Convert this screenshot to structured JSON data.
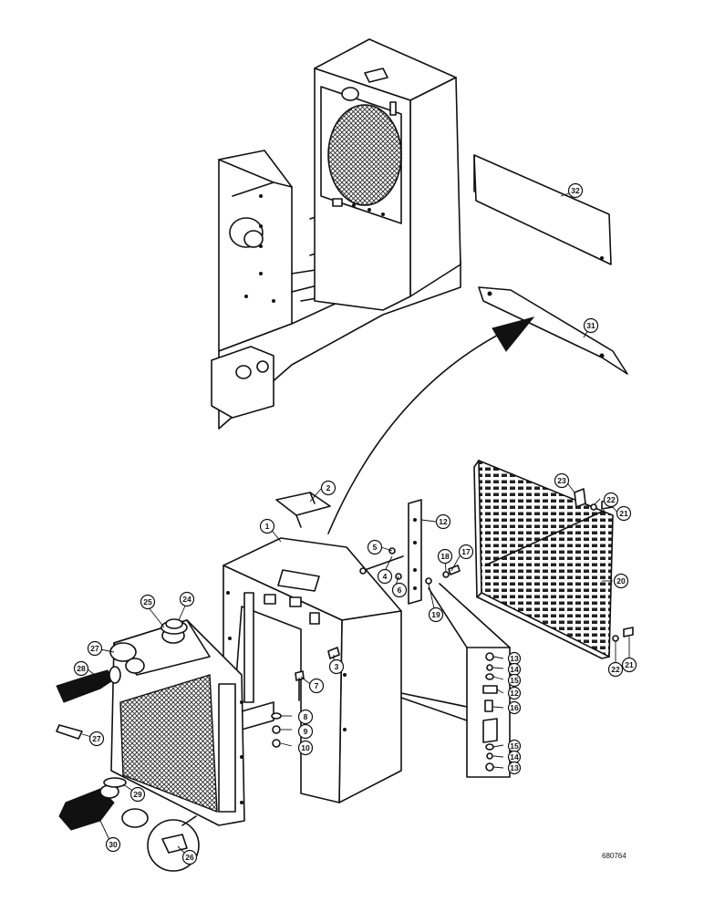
{
  "drawing": {
    "reference_number": "680764",
    "callouts": [
      "1",
      "2",
      "3",
      "4",
      "5",
      "6",
      "7",
      "8",
      "9",
      "10",
      "12",
      "13",
      "14",
      "15",
      "16",
      "17",
      "18",
      "19",
      "20",
      "21",
      "22",
      "23",
      "24",
      "25",
      "26",
      "27",
      "28",
      "29",
      "30",
      "31",
      "32"
    ],
    "inset_callouts": [
      "13",
      "14",
      "15",
      "12",
      "16",
      "15",
      "14",
      "13"
    ]
  },
  "colors": {
    "line": "#111111",
    "paper": "#ffffff"
  }
}
